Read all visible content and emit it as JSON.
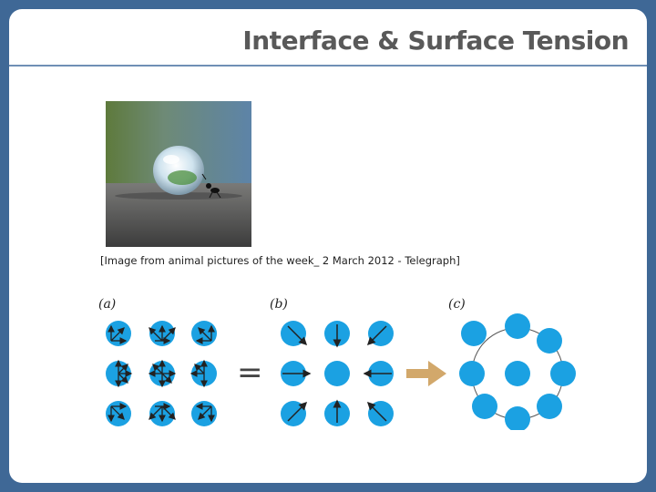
{
  "slide": {
    "title": "Interface & Surface Tension",
    "caption": "[Image from animal pictures of the week_ 2 March 2012 - Telegraph]"
  },
  "figure": {
    "panel_labels": [
      "(a)",
      "(b)",
      "(c)"
    ],
    "equals_sign": "=",
    "particle_color": "#1ba1e2",
    "arrow_color": "#d2a86b"
  }
}
